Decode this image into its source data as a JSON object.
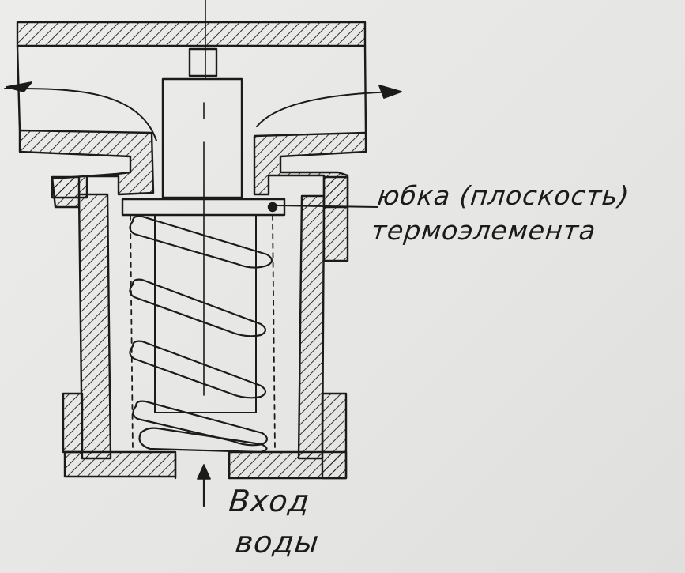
{
  "annotations": {
    "skirt_line1": "юбка (плоскость)",
    "skirt_line2": "термоэлемента",
    "inlet_line1": "Вход",
    "inlet_line2": "воды"
  },
  "colors": {
    "paper": "#e9e9e7",
    "ink": "#1b1b1b"
  }
}
